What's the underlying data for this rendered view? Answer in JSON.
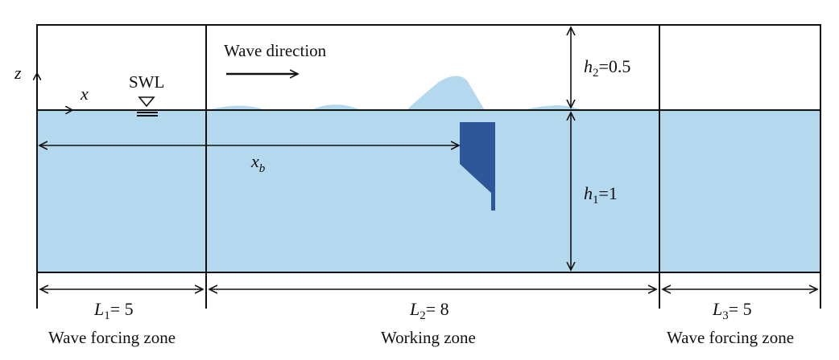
{
  "colors": {
    "water": "#b4d8ee",
    "wave": "#b4d8ee",
    "structure": "#2e5699",
    "line": "#111111",
    "background": "#ffffff"
  },
  "labels": {
    "z_axis": "z",
    "x_axis": "x",
    "swl": "SWL",
    "wave_direction": "Wave direction",
    "xb_main": "x",
    "xb_sub": "b",
    "h2_main": "h",
    "h2_sub": "2",
    "h2_value": "=0.5",
    "h1_main": "h",
    "h1_sub": "1",
    "h1_value": "=1",
    "l1_main": "L",
    "l1_sub": "1",
    "l1_value": "= 5",
    "l2_main": "L",
    "l2_sub": "2",
    "l2_value": "= 8",
    "l3_main": "L",
    "l3_sub": "3",
    "l3_value": "= 5"
  },
  "zones": {
    "left": "Wave forcing zone",
    "middle": "Working zone",
    "right": "Wave forcing zone"
  }
}
